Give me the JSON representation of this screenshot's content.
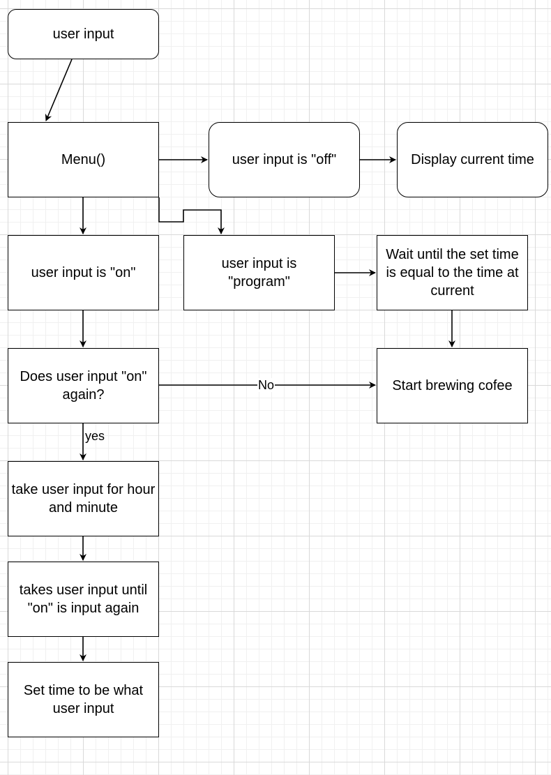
{
  "diagram": {
    "colors": {
      "stroke": "#000000",
      "node_fill": "#ffffff",
      "grid_major": "#d9d9d9",
      "grid_minor": "#f0f0f0"
    },
    "nodes": {
      "user_input": "user input",
      "menu": "Menu()",
      "input_off": "user input is \"off\"",
      "display_time": "Display current time",
      "input_on": "user input is \"on\"",
      "input_program": "user input is \"program\"",
      "wait_until": "Wait until the set time is equal to the time at current",
      "on_again": "Does user input \"on\" again?",
      "start_brewing": "Start brewing cofee",
      "take_hour_minute": "take user input for hour and minute",
      "takes_until_on": "takes user input until \"on\" is input again",
      "set_time": "Set time to be what user input"
    },
    "edge_labels": {
      "no": "No",
      "yes": "yes"
    }
  }
}
